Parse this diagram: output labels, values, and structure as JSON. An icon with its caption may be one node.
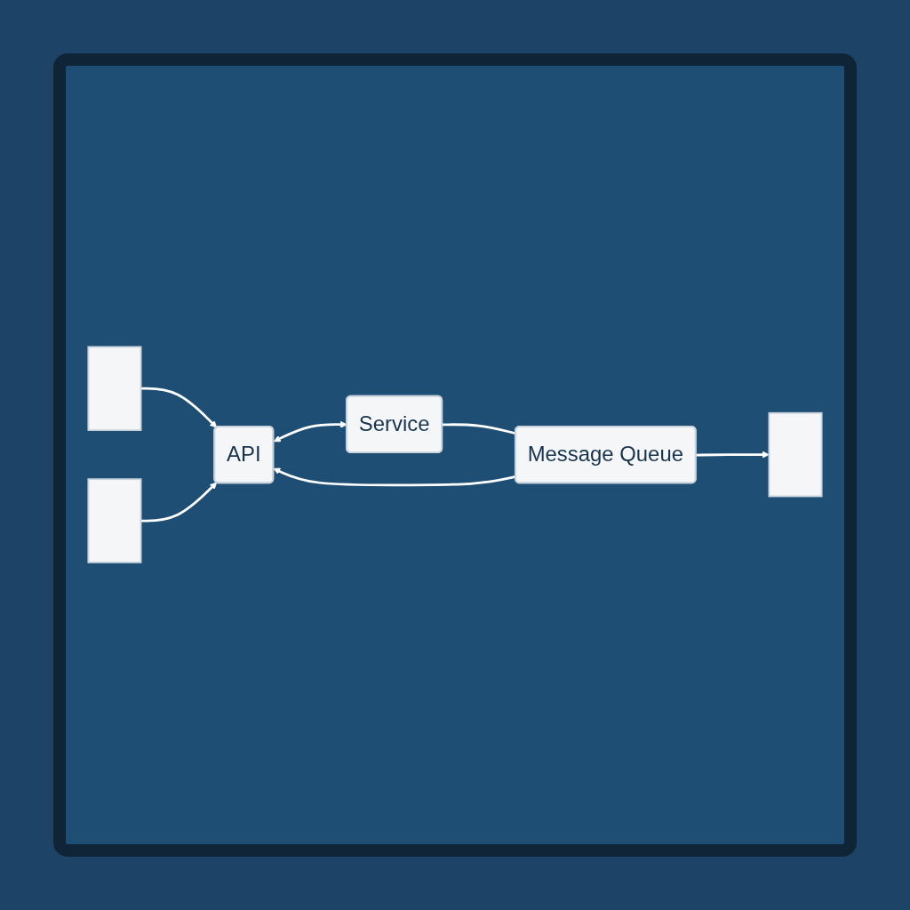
{
  "diagram": {
    "nodes": [
      {
        "text": [],
        "shape": "box"
      },
      {
        "text": [
          "API"
        ]
      },
      {
        "text": [
          "Service"
        ]
      },
      {
        "text": [
          "Message Queue"
        ]
      },
      {
        "text": [],
        "shape": "box"
      },
      {
        "text": [],
        "shape": "box"
      }
    ],
    "edges": [
      {
        "from": 0,
        "to": 1,
        "arrow": "to"
      },
      {
        "from": 1,
        "to": 2,
        "arrow": "both"
      },
      {
        "from": 2,
        "to": 3,
        "arrow": "none"
      },
      {
        "from": 3,
        "to": 1,
        "arrow": "to"
      },
      {
        "from": 4,
        "to": 1,
        "arrow": "to"
      },
      {
        "from": 3,
        "to": 5,
        "arrow": "to"
      }
    ]
  }
}
